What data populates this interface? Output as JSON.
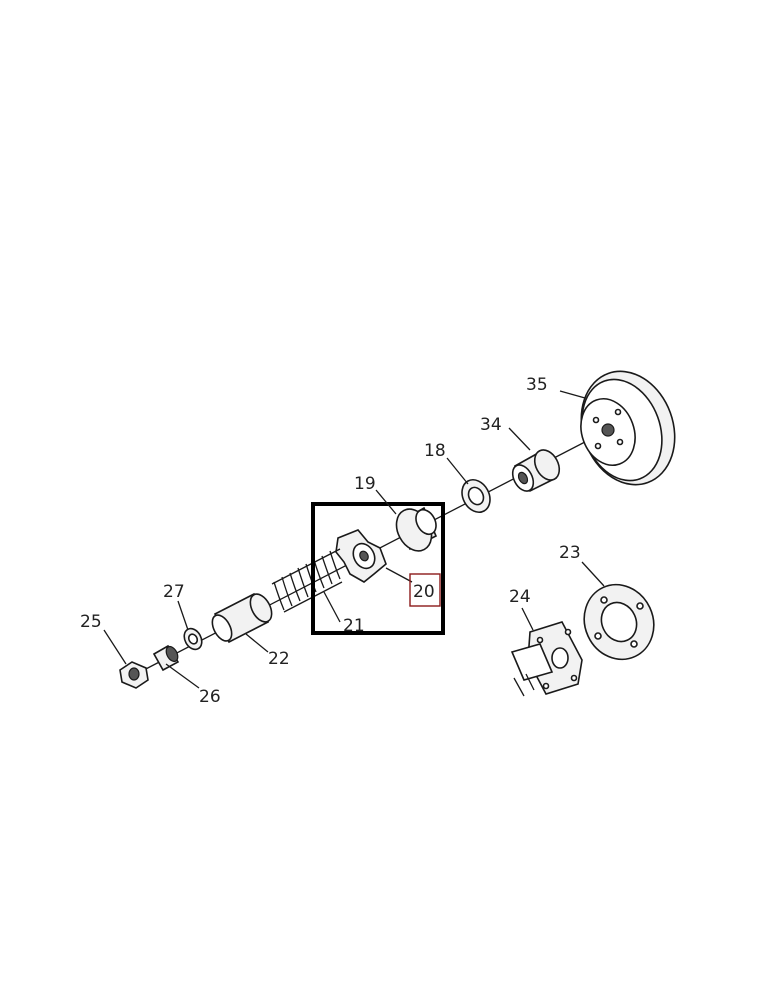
{
  "callouts": [
    {
      "id": "callout-35",
      "label": "35"
    },
    {
      "id": "callout-34",
      "label": "34"
    },
    {
      "id": "callout-18",
      "label": "18"
    },
    {
      "id": "callout-19",
      "label": "19"
    },
    {
      "id": "callout-20",
      "label": "20",
      "highlighted": true
    },
    {
      "id": "callout-21",
      "label": "21"
    },
    {
      "id": "callout-22",
      "label": "22"
    },
    {
      "id": "callout-23",
      "label": "23"
    },
    {
      "id": "callout-24",
      "label": "24"
    },
    {
      "id": "callout-25",
      "label": "25"
    },
    {
      "id": "callout-26",
      "label": "26"
    },
    {
      "id": "callout-27",
      "label": "27"
    }
  ],
  "colors": {
    "line": "#1a1a1a",
    "highlight_box": "#8b1a1a",
    "selection_frame": "#000000"
  }
}
